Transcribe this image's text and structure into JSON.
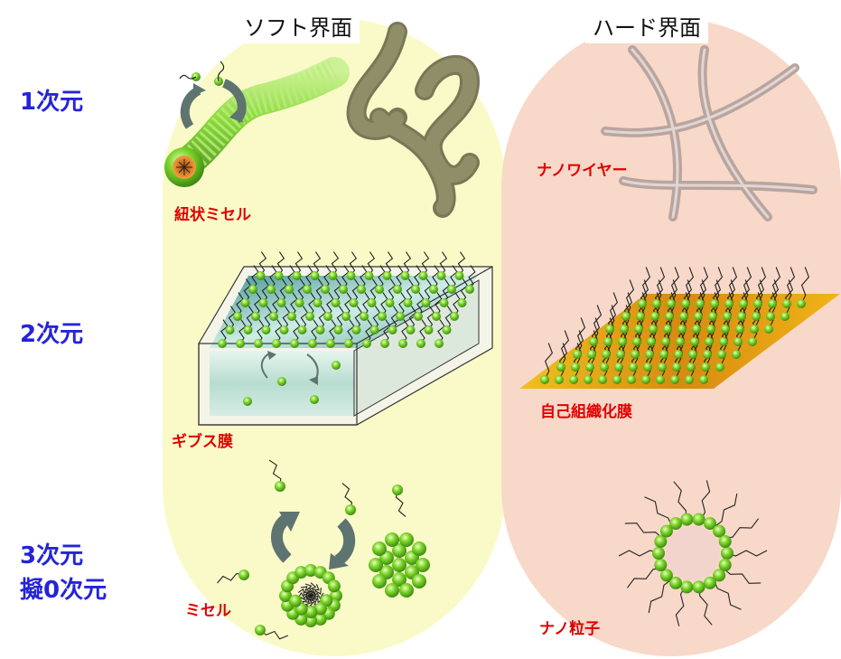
{
  "columns": {
    "soft": {
      "label": "ソフト界面",
      "color": "#fafac8"
    },
    "hard": {
      "label": "ハード界面",
      "color": "#f8d8c8"
    }
  },
  "rows": {
    "one_d": "1次元",
    "two_d": "2次元",
    "three_d_line1": "3次元",
    "three_d_line2": "擬0次元"
  },
  "captions": {
    "wormlike_micelle": "紐状ミセル",
    "nanowire": "ナノワイヤー",
    "gibbs_film": "ギブス膜",
    "sam": "自己組織化膜",
    "micelle": "ミセル",
    "nanoparticle": "ナノ粒子"
  },
  "colors": {
    "label_blue": "#2424d8",
    "caption_red": "#e00000",
    "green_bead": "#66cc22",
    "arrow_gray": "#5e7470",
    "gold_plate": "#e8a010"
  }
}
